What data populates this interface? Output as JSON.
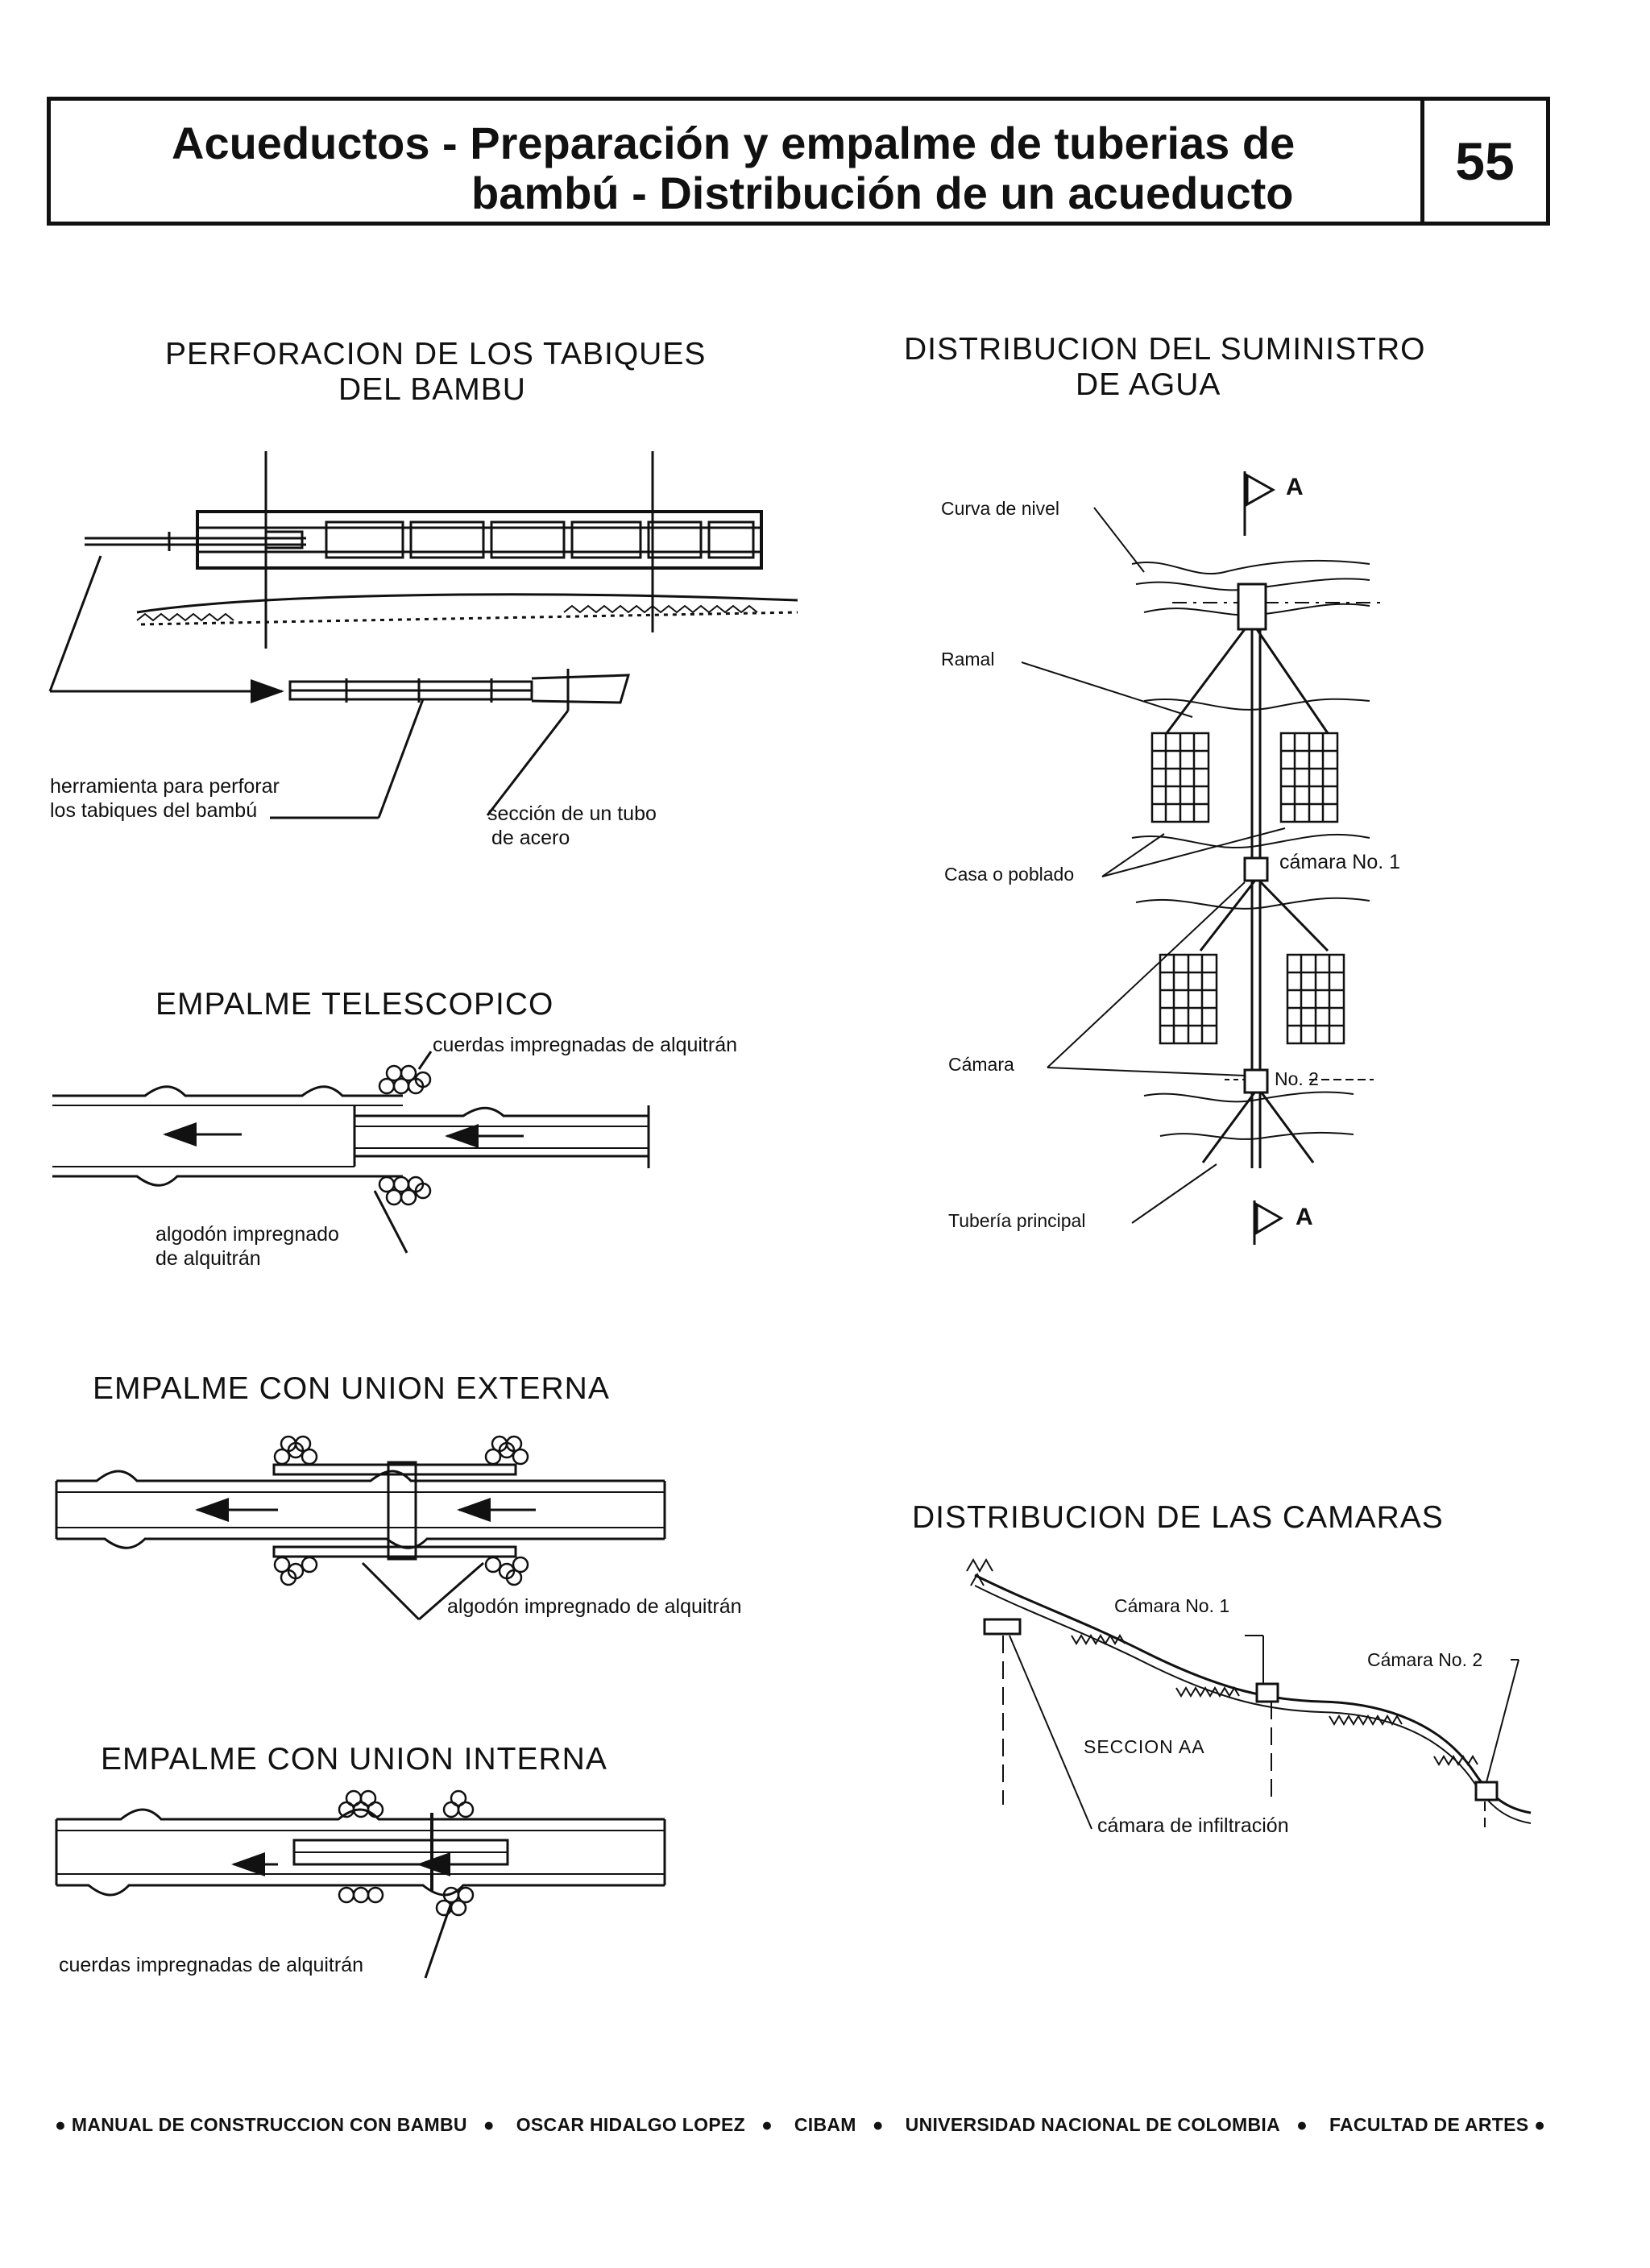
{
  "header": {
    "title_line1": "Acueductos - Preparación y empalme de tuberias de",
    "title_line2": "bambú - Distribución de un acueducto",
    "page_number": "55"
  },
  "perforacion": {
    "heading_line1": "PERFORACION DE LOS TABIQUES",
    "heading_line2": "DEL BAMBU",
    "tool_label_line1": "herramienta para perforar",
    "tool_label_line2": "los tabiques del bambú",
    "section_label_line1": "sección de un tubo",
    "section_label_line2": "de acero"
  },
  "telescopico": {
    "heading": "EMPALME TELESCOPICO",
    "cords_label": "cuerdas impregnadas de alquitrán",
    "cotton_label_line1": "algodón impregnado",
    "cotton_label_line2": "de alquitrán"
  },
  "externa": {
    "heading": "EMPALME CON  UNION EXTERNA",
    "cotton_label": "algodón impregnado de alquitrán"
  },
  "interna": {
    "heading": "EMPALME CON UNION INTERNA",
    "cords_label": "cuerdas impregnadas de alquitrán"
  },
  "distribucion": {
    "heading_line1": "DISTRIBUCION DEL SUMINISTRO",
    "heading_line2": "DE  AGUA",
    "section_marker": "A",
    "curva_label": "Curva de nivel",
    "ramal_label": "Ramal",
    "casa_label": "Casa o poblado",
    "camara1_label": "cámara  No.  1",
    "camara_label": "Cámara",
    "no2_label": "No. 2",
    "tuberia_label": "Tubería principal"
  },
  "camaras": {
    "heading": "DISTRIBUCION DE LAS CAMARAS",
    "camara1_label": "Cámara No. 1",
    "camara2_label": "Cámara No. 2",
    "seccion_label": "SECCION  AA",
    "infiltracion_label": "cámara de infiltración"
  },
  "footer": {
    "items": [
      "MANUAL DE CONSTRUCCION CON BAMBU",
      "OSCAR HIDALGO LOPEZ",
      "CIBAM",
      "UNIVERSIDAD NACIONAL DE COLOMBIA",
      "FACULTAD DE ARTES"
    ]
  }
}
